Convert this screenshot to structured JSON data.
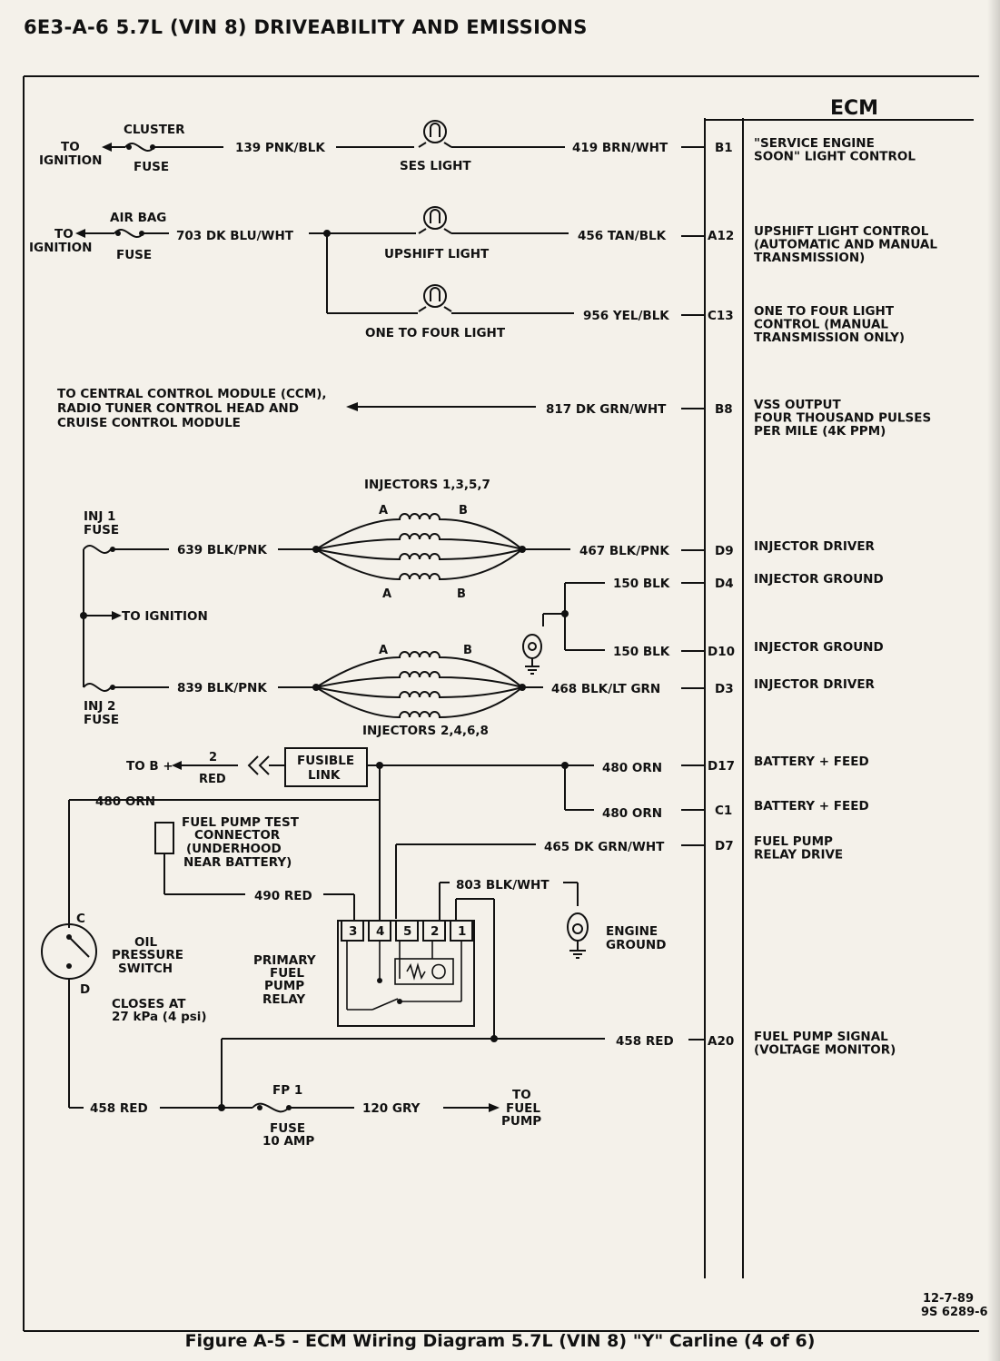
{
  "header": {
    "title": "6E3-A-6  5.7L  (VIN 8)  DRIVEABILITY AND EMISSIONS"
  },
  "caption": "Figure A-5 - ECM Wiring Diagram  5.7L  (VIN 8)  \"Y\"  Carline  (4 of 6)",
  "ecm_label": "ECM",
  "date_code": [
    "12-7-89",
    "9S 6289-6"
  ],
  "sources": {
    "cluster_fuse": {
      "top": "CLUSTER",
      "bottom": "FUSE",
      "to": [
        "TO",
        "IGNITION"
      ]
    },
    "airbag_fuse": {
      "top": "AIR BAG",
      "bottom": "FUSE",
      "to": [
        "TO",
        "IGNITION"
      ]
    },
    "inj1_fuse": [
      "INJ 1",
      "FUSE"
    ],
    "inj2_fuse": [
      "INJ 2",
      "FUSE"
    ],
    "to_ignition": "TO IGNITION"
  },
  "components": {
    "ses_light": "SES LIGHT",
    "upshift_light": "UPSHIFT LIGHT",
    "one_to_four_light": "ONE TO FOUR LIGHT",
    "injectors_a": "INJECTORS 1,3,5,7",
    "injectors_b": "INJECTORS 2,4,6,8",
    "terminal_a": "A",
    "terminal_b": "B",
    "fusible_link": [
      "FUSIBLE",
      "LINK"
    ],
    "to_b_plus": "TO B +",
    "to_b_wire": [
      "2",
      "RED"
    ],
    "test_connector": [
      "FUEL PUMP TEST",
      "CONNECTOR",
      "(UNDERHOOD",
      "NEAR BATTERY)"
    ],
    "oil_pressure_switch": [
      "OIL",
      "PRESSURE",
      "SWITCH"
    ],
    "closes_at": [
      "CLOSES AT",
      "27 kPa (4 psi)"
    ],
    "switch_c": "C",
    "switch_d": "D",
    "relay": [
      "PRIMARY",
      "FUEL",
      "PUMP",
      "RELAY"
    ],
    "relay_pins": [
      "3",
      "4",
      "5",
      "2",
      "1"
    ],
    "engine_ground": [
      "ENGINE",
      "GROUND"
    ],
    "fp1_fuse": [
      "FP 1"
    ],
    "fp1_fuse_rating": [
      "FUSE",
      "10 AMP"
    ],
    "to_fuel_pump": [
      "TO",
      "FUEL",
      "PUMP"
    ],
    "ccm_note": [
      "TO CENTRAL CONTROL MODULE (CCM),",
      "RADIO TUNER CONTROL HEAD AND",
      "CRUISE CONTROL MODULE"
    ]
  },
  "wires": {
    "w139": "139 PNK/BLK",
    "w419": "419 BRN/WHT",
    "w703": "703 DK BLU/WHT",
    "w456": "456 TAN/BLK",
    "w956": "956 YEL/BLK",
    "w817": "817 DK GRN/WHT",
    "w639": "639 BLK/PNK",
    "w467": "467 BLK/PNK",
    "w150a": "150 BLK",
    "w150b": "150 BLK",
    "w839": "839 BLK/PNK",
    "w468": "468 BLK/LT GRN",
    "w480a": "480 ORN",
    "w480b": "480 ORN",
    "w480c": "480 ORN",
    "w465": "465 DK GRN/WHT",
    "w490": "490 RED",
    "w803": "803 BLK/WHT",
    "w458a": "458 RED",
    "w458b": "458 RED",
    "w120": "120 GRY"
  },
  "ecm_pins": [
    {
      "pin": "B1",
      "desc": [
        "\"SERVICE ENGINE",
        "SOON\" LIGHT CONTROL"
      ]
    },
    {
      "pin": "A12",
      "desc": [
        "UPSHIFT LIGHT CONTROL",
        "(AUTOMATIC AND MANUAL",
        "TRANSMISSION)"
      ]
    },
    {
      "pin": "C13",
      "desc": [
        "ONE TO FOUR LIGHT",
        "CONTROL (MANUAL",
        "TRANSMISSION ONLY)"
      ]
    },
    {
      "pin": "B8",
      "desc": [
        "VSS OUTPUT",
        "FOUR THOUSAND PULSES",
        "PER MILE (4K PPM)"
      ]
    },
    {
      "pin": "D9",
      "desc": [
        "INJECTOR DRIVER"
      ]
    },
    {
      "pin": "D4",
      "desc": [
        "INJECTOR GROUND"
      ]
    },
    {
      "pin": "D10",
      "desc": [
        "INJECTOR GROUND"
      ]
    },
    {
      "pin": "D3",
      "desc": [
        "INJECTOR DRIVER"
      ]
    },
    {
      "pin": "D17",
      "desc": [
        "BATTERY + FEED"
      ]
    },
    {
      "pin": "C1",
      "desc": [
        "BATTERY + FEED"
      ]
    },
    {
      "pin": "D7",
      "desc": [
        "FUEL PUMP",
        "RELAY DRIVE"
      ]
    },
    {
      "pin": "A20",
      "desc": [
        "FUEL PUMP SIGNAL",
        "(VOLTAGE MONITOR)"
      ]
    }
  ]
}
